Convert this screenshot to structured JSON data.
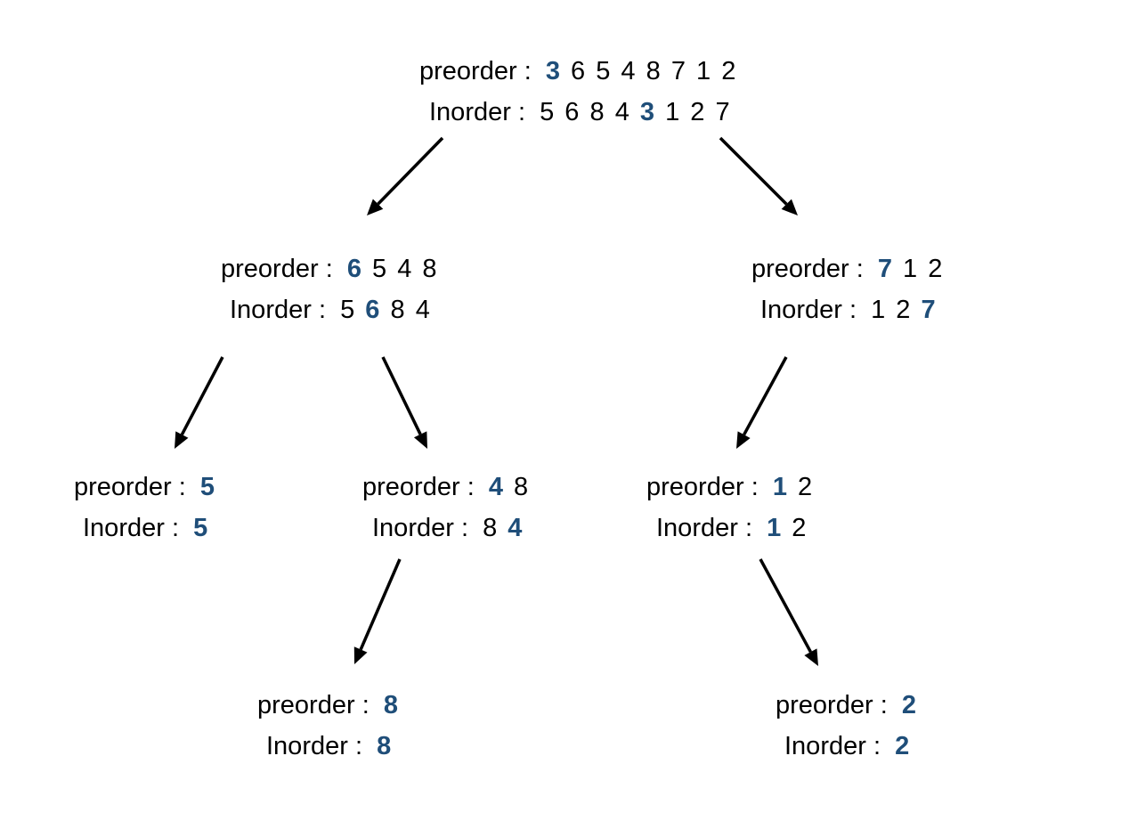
{
  "colors": {
    "highlight": "#1f4e79",
    "text": "#000000",
    "arrow": "#000000",
    "background": "#ffffff"
  },
  "nodes": [
    {
      "id": "root",
      "preorder": {
        "label": "preorder",
        "sep": ":",
        "values": [
          "3",
          "6",
          "5",
          "4",
          "8",
          "7",
          "1",
          "2"
        ],
        "highlight": [
          0
        ]
      },
      "inorder": {
        "label": "Inorder",
        "sep": ":",
        "values": [
          "5",
          "6",
          "8",
          "4",
          "3",
          "1",
          "2",
          "7"
        ],
        "highlight": [
          4
        ]
      }
    },
    {
      "id": "left",
      "preorder": {
        "label": "preorder",
        "sep": ":",
        "values": [
          "6",
          "5",
          "4",
          "8"
        ],
        "highlight": [
          0
        ]
      },
      "inorder": {
        "label": "Inorder",
        "sep": ":",
        "values": [
          "5",
          "6",
          "8",
          "4"
        ],
        "highlight": [
          1
        ]
      }
    },
    {
      "id": "right",
      "preorder": {
        "label": "preorder",
        "sep": ":",
        "values": [
          "7",
          "1",
          "2"
        ],
        "highlight": [
          0
        ]
      },
      "inorder": {
        "label": "Inorder",
        "sep": ":",
        "values": [
          "1",
          "2",
          "7"
        ],
        "highlight": [
          2
        ]
      }
    },
    {
      "id": "left-left",
      "preorder": {
        "label": "preorder",
        "sep": ":",
        "values": [
          "5"
        ],
        "highlight": [
          0
        ]
      },
      "inorder": {
        "label": "Inorder",
        "sep": ":",
        "values": [
          "5"
        ],
        "highlight": [
          0
        ]
      }
    },
    {
      "id": "left-right",
      "preorder": {
        "label": "preorder",
        "sep": ":",
        "values": [
          "4",
          "8"
        ],
        "highlight": [
          0
        ]
      },
      "inorder": {
        "label": "Inorder",
        "sep": ":",
        "values": [
          "8",
          "4"
        ],
        "highlight": [
          1
        ]
      }
    },
    {
      "id": "right-left",
      "preorder": {
        "label": "preorder",
        "sep": ":",
        "values": [
          "1",
          "2"
        ],
        "highlight": [
          0
        ]
      },
      "inorder": {
        "label": "Inorder",
        "sep": ":",
        "values": [
          "1",
          "2"
        ],
        "highlight": [
          0
        ]
      }
    },
    {
      "id": "left-right-left",
      "preorder": {
        "label": "preorder",
        "sep": ":",
        "values": [
          "8"
        ],
        "highlight": [
          0
        ]
      },
      "inorder": {
        "label": "Inorder",
        "sep": ":",
        "values": [
          "8"
        ],
        "highlight": [
          0
        ]
      }
    },
    {
      "id": "right-left-right",
      "preorder": {
        "label": "preorder",
        "sep": ":",
        "values": [
          "2"
        ],
        "highlight": [
          0
        ]
      },
      "inorder": {
        "label": "Inorder",
        "sep": ":",
        "values": [
          "2"
        ],
        "highlight": [
          0
        ]
      }
    }
  ],
  "edges": [
    {
      "from": "root",
      "to": "left"
    },
    {
      "from": "root",
      "to": "right"
    },
    {
      "from": "left",
      "to": "left-left"
    },
    {
      "from": "left",
      "to": "left-right"
    },
    {
      "from": "right",
      "to": "right-left"
    },
    {
      "from": "left-right",
      "to": "left-right-left"
    },
    {
      "from": "right-left",
      "to": "right-left-right"
    }
  ]
}
